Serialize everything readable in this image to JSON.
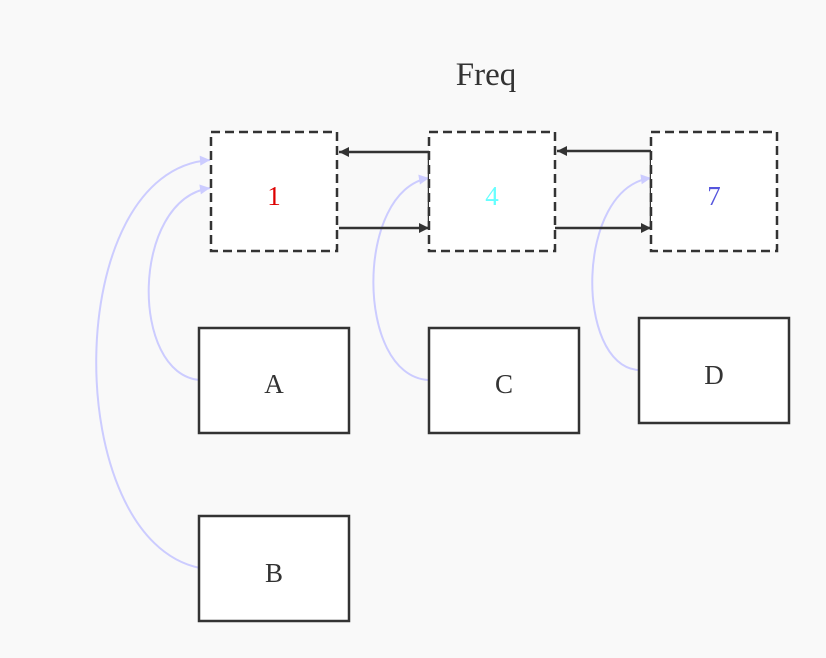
{
  "diagram": {
    "title": "Freq",
    "freq_nodes": [
      {
        "id": "f1",
        "label": "1",
        "color": "#dd0000"
      },
      {
        "id": "f4",
        "label": "4",
        "color": "#66ffff"
      },
      {
        "id": "f7",
        "label": "7",
        "color": "#5555dd"
      }
    ],
    "item_nodes": [
      {
        "id": "A",
        "label": "A",
        "points_to": "f1"
      },
      {
        "id": "C",
        "label": "C",
        "points_to": "f4"
      },
      {
        "id": "D",
        "label": "D",
        "points_to": "f7"
      },
      {
        "id": "B",
        "label": "B",
        "points_to": "f1"
      }
    ],
    "colors": {
      "background": "#f9f9f9",
      "node_stroke": "#333333",
      "node_fill": "#ffffff",
      "link_edge": "#333333",
      "pointer_edge": "#ccccff"
    }
  }
}
